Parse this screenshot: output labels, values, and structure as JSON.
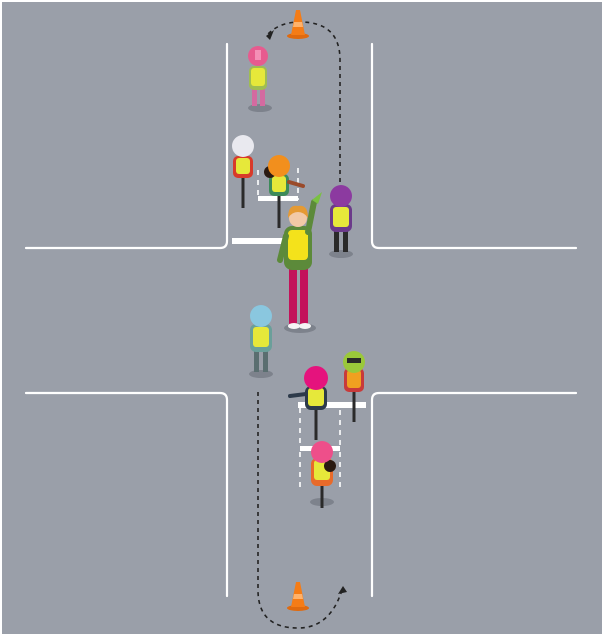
{
  "scene": {
    "road_color": "#9a9fa9",
    "frame_color": "#ffffff",
    "marking_color": "#ffffff",
    "path_color": "#222222",
    "cone_color": "#f57c16"
  },
  "figures": {
    "instructor": {
      "role": "instructor",
      "hair": "#e59a33",
      "vest": "#f4e21b",
      "top": "#5c8a3a",
      "pants": "#c3125a",
      "flag": "#7ac142"
    },
    "children": [
      {
        "id": "child-top-pink",
        "helmet": "#e75b8f",
        "vest": "#e6e83a",
        "shirt": "#9fbd52",
        "on_bike": false
      },
      {
        "id": "child-white-helmet-bike",
        "helmet": "#e9e9ef",
        "vest": "#e6e83a",
        "shirt": "#d83a2a",
        "on_bike": true
      },
      {
        "id": "child-orange-helmet-bike",
        "helmet": "#f28f1d",
        "vest": "#e6e83a",
        "shirt": "#3d8a5a",
        "on_bike": true
      },
      {
        "id": "child-purple-helmet",
        "helmet": "#8c3aa0",
        "vest": "#e6e83a",
        "shirt": "#6b3a8a",
        "on_bike": false
      },
      {
        "id": "child-blue-helmet",
        "helmet": "#8ac7df",
        "vest": "#e6e83a",
        "shirt": "#6a9f9a",
        "on_bike": false
      },
      {
        "id": "child-magenta-helmet-bike",
        "helmet": "#e5137d",
        "vest": "#e6e83a",
        "shirt": "#2d3a4a",
        "on_bike": true
      },
      {
        "id": "child-green-helmet-bike",
        "helmet": "#9ac83a",
        "vest": "#f0a020",
        "shirt": "#c83a3a",
        "on_bike": true
      },
      {
        "id": "child-pink-helmet-bike",
        "helmet": "#ee4f8a",
        "vest": "#e6e83a",
        "shirt": "#e86a2a",
        "on_bike": true
      }
    ]
  }
}
